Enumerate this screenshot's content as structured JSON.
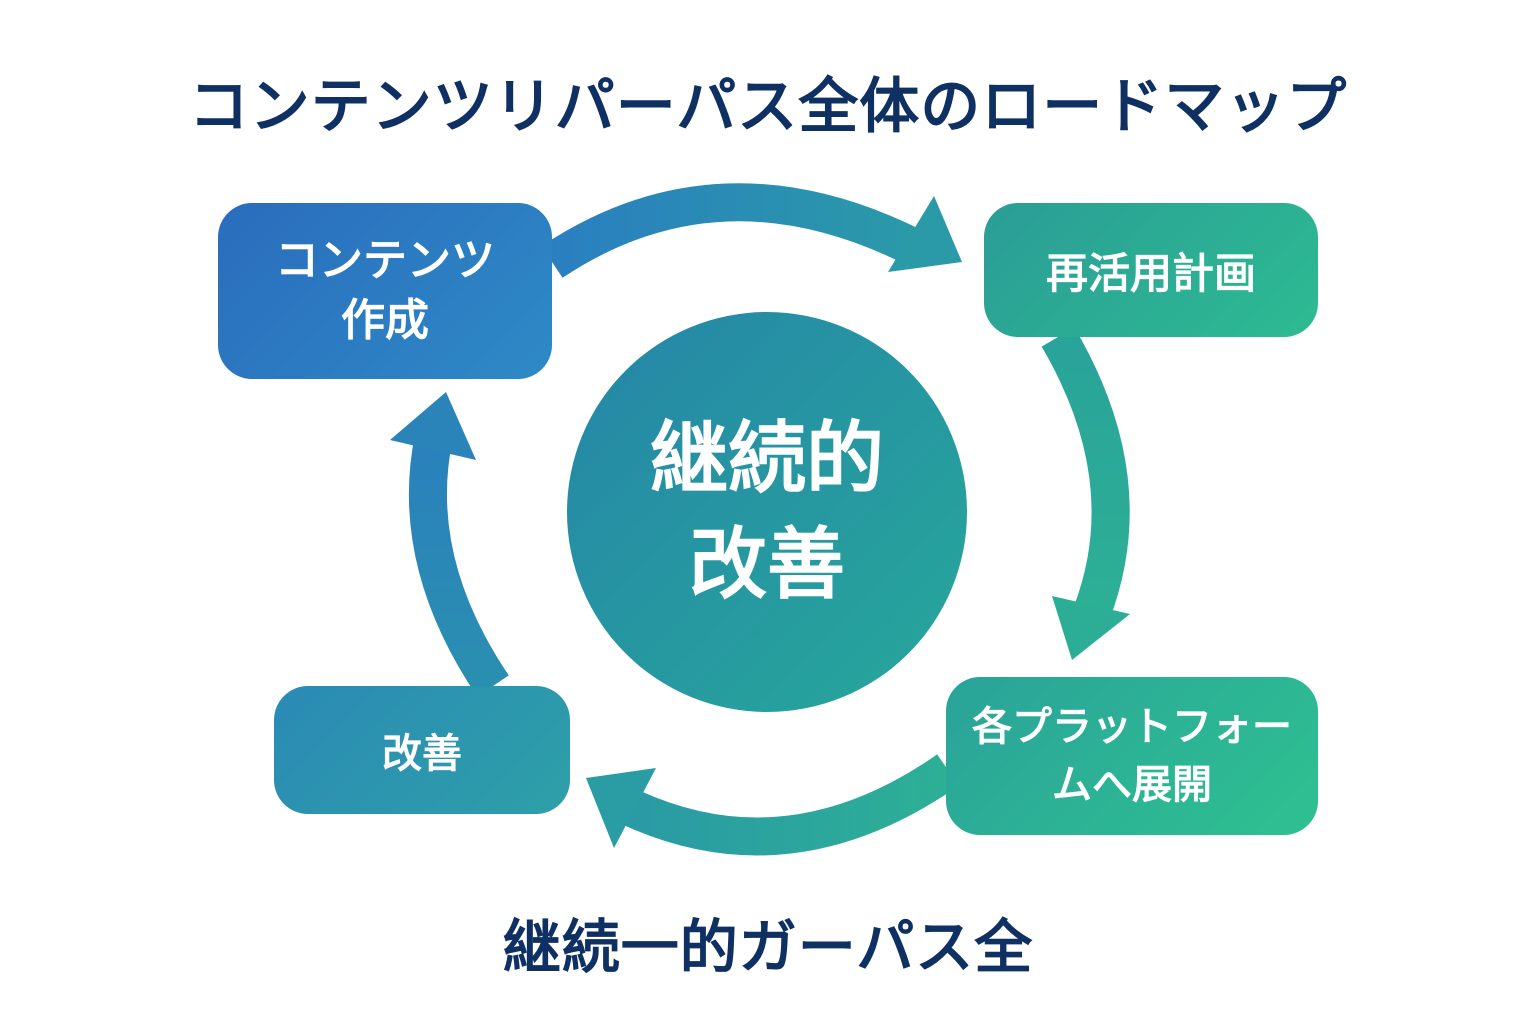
{
  "title": "コンテンツリパーパス全体のロードマップ",
  "footer": "継続一的ガーパス全",
  "center": {
    "line1": "継続的",
    "line2": "改善"
  },
  "nodes": {
    "create": {
      "line1": "コンテンツ",
      "line2": "作成"
    },
    "plan": {
      "label": "再活用計画"
    },
    "deploy": {
      "line1": "各プラットフォー",
      "line2": "ムへ展開"
    },
    "improve": {
      "label": "改善"
    }
  },
  "colors": {
    "title": "#0f3063",
    "blue": "#2a6cbd",
    "teal": "#27a89a",
    "green": "#2ec190"
  }
}
